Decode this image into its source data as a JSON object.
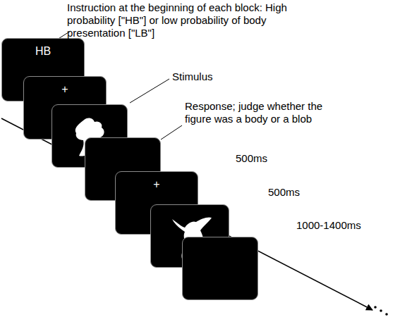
{
  "diagram": {
    "nodes": [
      {
        "text": [
          "HB"
        ]
      },
      {
        "text": [
          "+"
        ]
      },
      {
        "text": [
          "+"
        ]
      }
    ],
    "labels": [
      "Instruction at the beginning of each block: High probability [\"HB\"] or low probability of body presentation [\"LB\"]",
      "Stimulus",
      "Response; judge whether the figure was a body or a blob",
      "500ms",
      "500ms",
      "1000-1400ms"
    ]
  }
}
